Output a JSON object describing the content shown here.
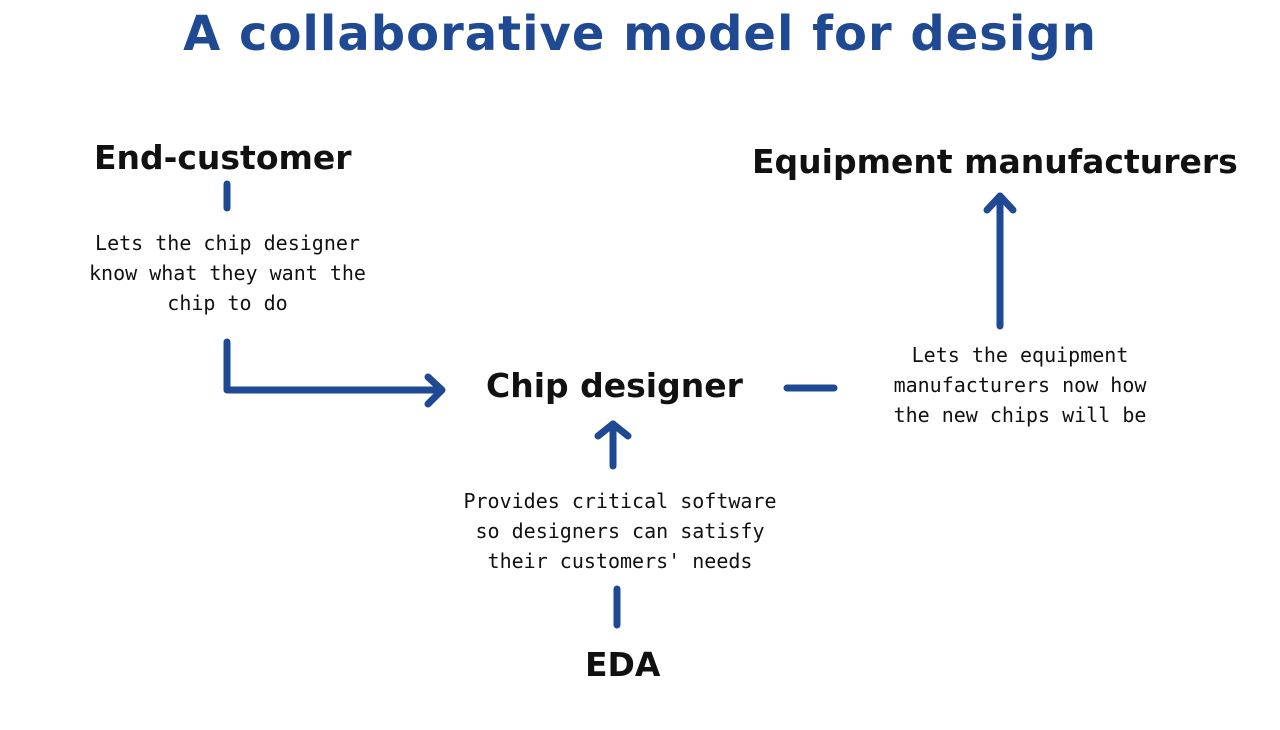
{
  "title": "A collaborative model for design",
  "nodes": {
    "end_customer": "End-customer",
    "equipment_manufacturers": "Equipment manufacturers",
    "chip_designer": "Chip designer",
    "eda": "EDA"
  },
  "notes": {
    "end_customer_to_chip_designer": [
      "Lets the chip designer",
      "know what they want the",
      "chip to do"
    ],
    "chip_designer_to_equipment": [
      "Lets the equipment",
      "manufacturers now how",
      "the new chips will be"
    ],
    "eda_to_chip_designer": [
      "Provides critical software",
      "so designers can satisfy",
      "their customers' needs"
    ]
  },
  "colors": {
    "arrow": "#1f4a93",
    "title": "#1f4a93",
    "text": "#111111",
    "background": "#ffffff"
  }
}
